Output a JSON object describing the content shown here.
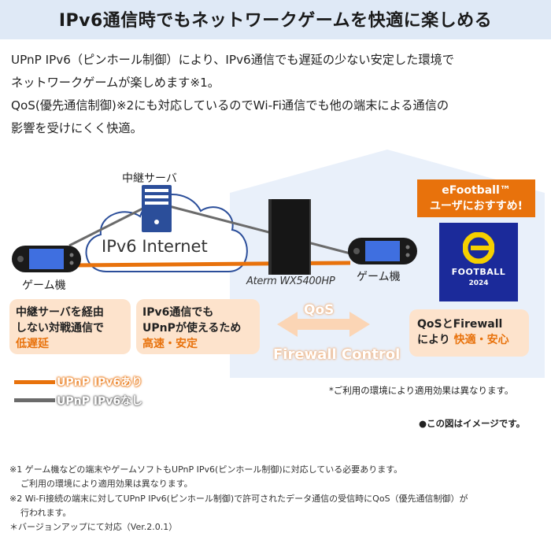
{
  "title": "IPv6通信時でもネットワークゲームを快適に楽しめる",
  "intro_lines": [
    "UPnP IPv6（ピンホール制御）により、IPv6通信でも遅延の少ない安定した環境で",
    "ネットワークゲームが楽しめます※1。",
    "QoS(優先通信制御)※2にも対応しているのでWi-Fi通信でも他の端末による通信の",
    "影響を受けにくく快適。"
  ],
  "diagram": {
    "relay_server_label": "中継サーバ",
    "internet_label": "IPv6 Internet",
    "game_left_label": "ゲーム機",
    "game_right_label": "ゲーム機",
    "router_label": "Aterm WX5400HP",
    "qos_label": "QoS",
    "firewall_label": "Firewall Control",
    "box_relay": {
      "line1": "中継サーバを経由",
      "line2": "しない対戦通信で",
      "accent": "低遅延"
    },
    "box_upnp": {
      "line1": "IPv6通信でも",
      "line2": "UPnPが使えるため",
      "accent": "高速・安定"
    },
    "box_qos": {
      "line1": "QoSとFirewall",
      "line2": "により",
      "accent": "快適・安心"
    },
    "efootball_banner_line1": "eFootball™",
    "efootball_banner_line2": "ユーザにおすすめ!",
    "efootball_logo_text": "FOOTBALL",
    "efootball_logo_year": "2024",
    "legend_with": "UPnP IPv6あり",
    "legend_without": "UPnP IPv6なし",
    "env_note": "*ご利用の環境により適用効果は異なります。",
    "image_note": "●この図はイメージです。"
  },
  "colors": {
    "accent_orange": "#e8720c",
    "line_gray": "#6b6b6b",
    "title_bg": "#dfe9f6",
    "house_bg": "#e9f0fa",
    "box_bg": "#fde3cc",
    "efootball_blue": "#1b2a9a"
  },
  "footnotes": [
    "※1 ゲーム機などの端末やゲームソフトもUPnP IPv6(ピンホール制御)に対応している必要あります。",
    "ご利用の環境により適用効果は異なります。",
    "※2 Wi-Fi接続の端末に対してUPnP IPv6(ピンホール制御)で許可されたデータ通信の受信時にQoS（優先通信制御）が",
    "行われます。",
    "＊バージョンアップにて対応（Ver.2.0.1）"
  ]
}
